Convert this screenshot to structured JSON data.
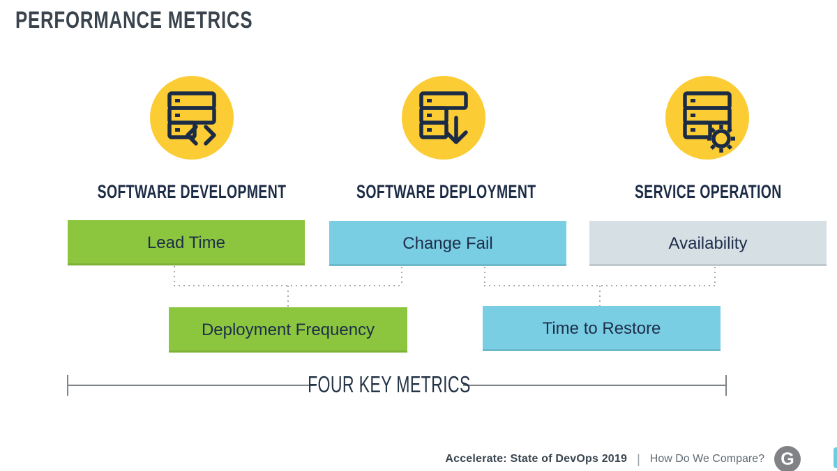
{
  "title": "PERFORMANCE METRICS",
  "columns": [
    {
      "header": "SOFTWARE DEVELOPMENT",
      "icon": "server-code-icon"
    },
    {
      "header": "SOFTWARE DEPLOYMENT",
      "icon": "server-download-icon"
    },
    {
      "header": "SERVICE OPERATION",
      "icon": "server-gear-icon"
    }
  ],
  "metrics": {
    "row1": [
      {
        "label": "Lead Time",
        "color": "#8CC63E",
        "column": "SOFTWARE DEVELOPMENT"
      },
      {
        "label": "Change Fail",
        "color": "#79CEE4",
        "column": "SOFTWARE DEPLOYMENT"
      },
      {
        "label": "Availability",
        "color": "#D5DFE4",
        "column": "SERVICE OPERATION"
      }
    ],
    "row2": [
      {
        "label": "Deployment Frequency",
        "color": "#8CC63E"
      },
      {
        "label": "Time to Restore",
        "color": "#79CEE4"
      }
    ]
  },
  "bracket_label": "FOUR KEY METRICS",
  "footer": {
    "source": "Accelerate: State of DevOps 2019",
    "separator": "|",
    "question": "How Do We Compare?",
    "logo_letter": "G"
  },
  "colors": {
    "title_text": "#3A444E",
    "heading_navy": "#1C2B45",
    "icon_circle_yellow": "#FBCC34",
    "icon_stroke_navy": "#1B2B45",
    "metric_green": "#8CC63E",
    "metric_blue": "#79CEE4",
    "metric_gray": "#D5DFE4",
    "metric_text": "#1E2D49",
    "dotted_connector": "#A5A8AB",
    "bracket_line": "#7E8488",
    "footer_text_bold": "#39444E",
    "footer_text_light": "#5F6B73",
    "logo_gray": "#808285",
    "edge_accent_teal": "#6FCBE0"
  }
}
